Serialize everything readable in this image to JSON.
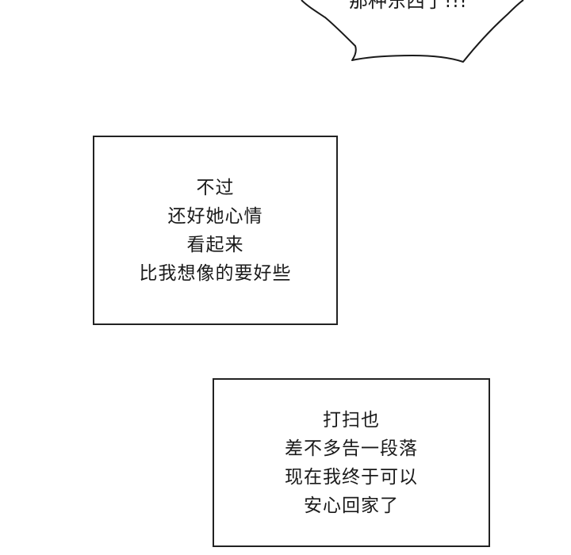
{
  "speech_bubble": {
    "text": "那种东西了!!!"
  },
  "caption_1": {
    "lines": [
      "不过",
      "还好她心情",
      "看起来",
      "比我想像的要好些"
    ]
  },
  "caption_2": {
    "lines": [
      "打扫也",
      "差不多告一段落",
      "现在我终于可以",
      "安心回家了"
    ]
  }
}
